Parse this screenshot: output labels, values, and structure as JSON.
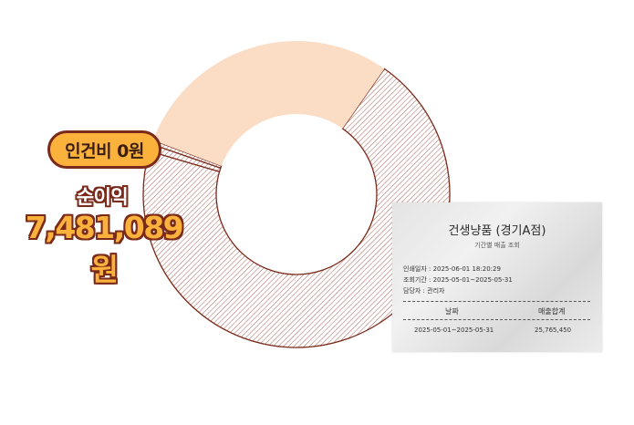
{
  "chart_data": {
    "type": "pie",
    "title": "",
    "slices": [
      {
        "label": "인건비",
        "value": 0,
        "fill": "#c8c8c8"
      },
      {
        "label": "",
        "value": 69.96,
        "fill": "hatch"
      },
      {
        "label": "",
        "value": 0.76,
        "fill": "hatch"
      },
      {
        "label": "",
        "value": 0.44,
        "fill": "hatch"
      },
      {
        "label": "순이익",
        "value": 29.04,
        "fill": "#fbdcc5"
      }
    ],
    "start_angle_deg": -55,
    "donut": true
  },
  "badge": {
    "label": "인건비 0원"
  },
  "profit": {
    "label": "순이익",
    "value": "7,481,089원"
  },
  "receipt": {
    "store": "건생냥품 (경기A점)",
    "subtitle": "기간별 매출 조회",
    "printed_at": "인쇄일자 : 2025-06-01 18:20:29",
    "period": "조회기간 : 2025-05-01~2025-05-31",
    "manager": "담당자 : 관리자",
    "col_date": "날짜",
    "col_total": "매출합계",
    "row_date": "2025-05-01~2025-05-31",
    "row_total": "25,765,450"
  },
  "colors": {
    "outline": "#7a2a1a",
    "hatch": "#9a3a2a",
    "accent": "#fbb23c",
    "profit_fill": "#fbdcc5"
  }
}
